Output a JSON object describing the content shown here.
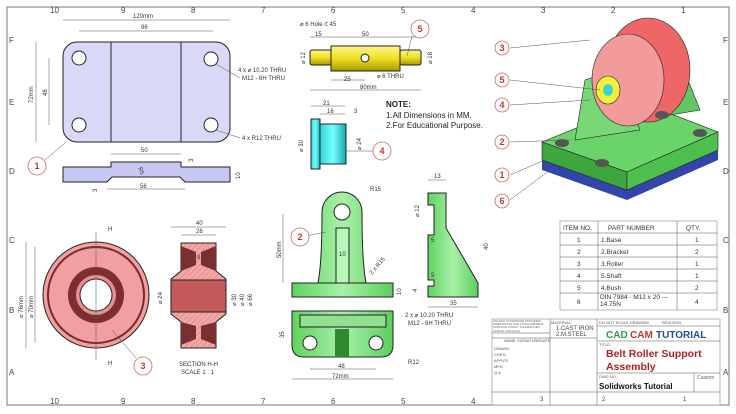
{
  "zones": {
    "cols": [
      "10",
      "9",
      "8",
      "7",
      "6",
      "5",
      "4",
      "3",
      "2",
      "1"
    ],
    "rows": [
      "F",
      "E",
      "D",
      "C",
      "B",
      "A"
    ]
  },
  "note": {
    "title": "NOTE:",
    "lines": [
      "1.All Dimensions in MM.",
      "2.For Educational Purpose."
    ]
  },
  "part1": {
    "balloon": "1",
    "dims": {
      "w": "120mm",
      "hole_span": "96",
      "h": "72mm",
      "h_span": "48",
      "holes": "4 x ⌀ 10.20 THRU",
      "thread": "M12 - 6H THRU",
      "radius": "4 x R12 THRU",
      "top": "50",
      "slot": "3",
      "bottom": "56",
      "thk": "10",
      "r": "R5",
      "t": "3"
    }
  },
  "part5": {
    "balloon": "5",
    "dims": {
      "hole": "⌀ 6 Hole ⍧ 45",
      "l1": "15",
      "l2": "50",
      "d1": "⌀ 12",
      "d2": "⌀ 18",
      "l3": "25",
      "thru": "⌀ 6 THRU",
      "len": "80mm"
    }
  },
  "part4": {
    "balloon": "4",
    "dims": {
      "a": "21",
      "b": "16",
      "c": "3",
      "d1": "⌀ 30",
      "d2": "⌀ 24"
    }
  },
  "part2": {
    "balloon": "2",
    "dims": {
      "r": "R15",
      "h": "50mm",
      "w": "10",
      "r2": "2 x R15",
      "t": "10",
      "d": "35",
      "holes": "2 x ⌀ 10.20 THRU",
      "thread": "M12 - 6H THRU",
      "span": "48",
      "w2": "72mm",
      "r12": "R12",
      "s1": "13",
      "s2": "⌀ 12",
      "s3": "5",
      "s4": "5",
      "s5": "4",
      "s6": "35",
      "s7": "40"
    }
  },
  "part3": {
    "balloon": "3",
    "dims": {
      "d1": "⌀ 76mm",
      "d2": "⌀ 70mm",
      "h": "H",
      "w1": "40",
      "w2": "26",
      "w3": "8",
      "d3": "⌀ 24",
      "d4": "⌀ 30",
      "d5": "⌀ 40",
      "d6": "⌀ 66"
    },
    "section": "SECTION H-H",
    "scale": "SCALE 1 : 1"
  },
  "assembly_balloons": [
    "3",
    "5",
    "4",
    "2",
    "1",
    "6"
  ],
  "bom": {
    "headers": [
      "ITEM NO.",
      "PART NUMBER",
      "QTY."
    ],
    "rows": [
      [
        "1",
        "1.Base",
        "1"
      ],
      [
        "2",
        "2.Bracket",
        "2"
      ],
      [
        "3",
        "3.Roller",
        "1"
      ],
      [
        "4",
        "5.Shaft",
        "1"
      ],
      [
        "5",
        "4.Bush",
        "2"
      ],
      [
        "6",
        "DIN 7984 - M12 x 20 --- 14.75N",
        "4"
      ]
    ]
  },
  "title_block": {
    "tolerance": "UNLESS OTHERWISE SPECIFIED: DIMENSIONS ARE IN MILLIMETERS SURFACE FINISH: TOLERANCES: LINEAR: ANGULAR:",
    "material_label": "MATERIAL:",
    "material": [
      "1.CAST IRON",
      "2.M.STEEL"
    ],
    "dont_scale": "DO NOT SCALE DRAWING",
    "revision": "REVISION",
    "brand": {
      "a": "CAD",
      "b": "CAM",
      "c": "TUTORIAL"
    },
    "title_label": "TITLE:",
    "title": [
      "Belt Roller Support",
      "Assembly"
    ],
    "dwg_label": "DWG NO.",
    "dwg_no": "Solidworks Tutorial",
    "custom": "Custom",
    "sig_headers": [
      "NAME",
      "SIGNATURE",
      "DATE"
    ],
    "roles": [
      "DRAWN",
      "CHK'D",
      "APPV'D",
      "MFG",
      "Q.A"
    ],
    "bottom": [
      "3",
      "2",
      "1"
    ],
    "colors": {
      "cad": "#2e9e3e",
      "cam": "#c0392b",
      "tutorial": "#1f4e9c",
      "title": "#b22222"
    }
  }
}
